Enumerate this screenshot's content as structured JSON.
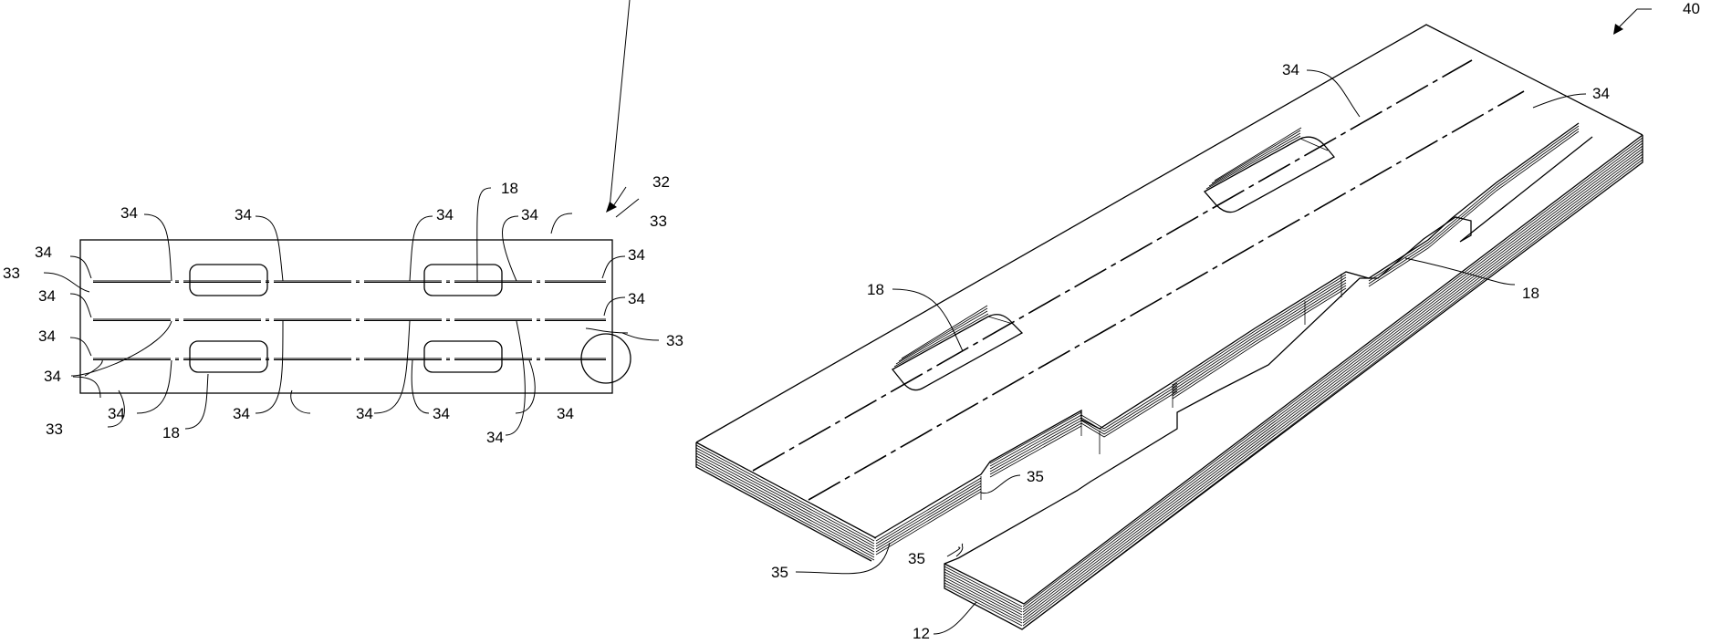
{
  "figure": {
    "left": {
      "title_ref": "32",
      "labels": {
        "l34": "34",
        "l33": "33",
        "l18": "18"
      }
    },
    "right": {
      "title_ref": "40",
      "labels": {
        "l34": "34",
        "l35": "35",
        "l18": "18",
        "l12": "12"
      }
    }
  }
}
